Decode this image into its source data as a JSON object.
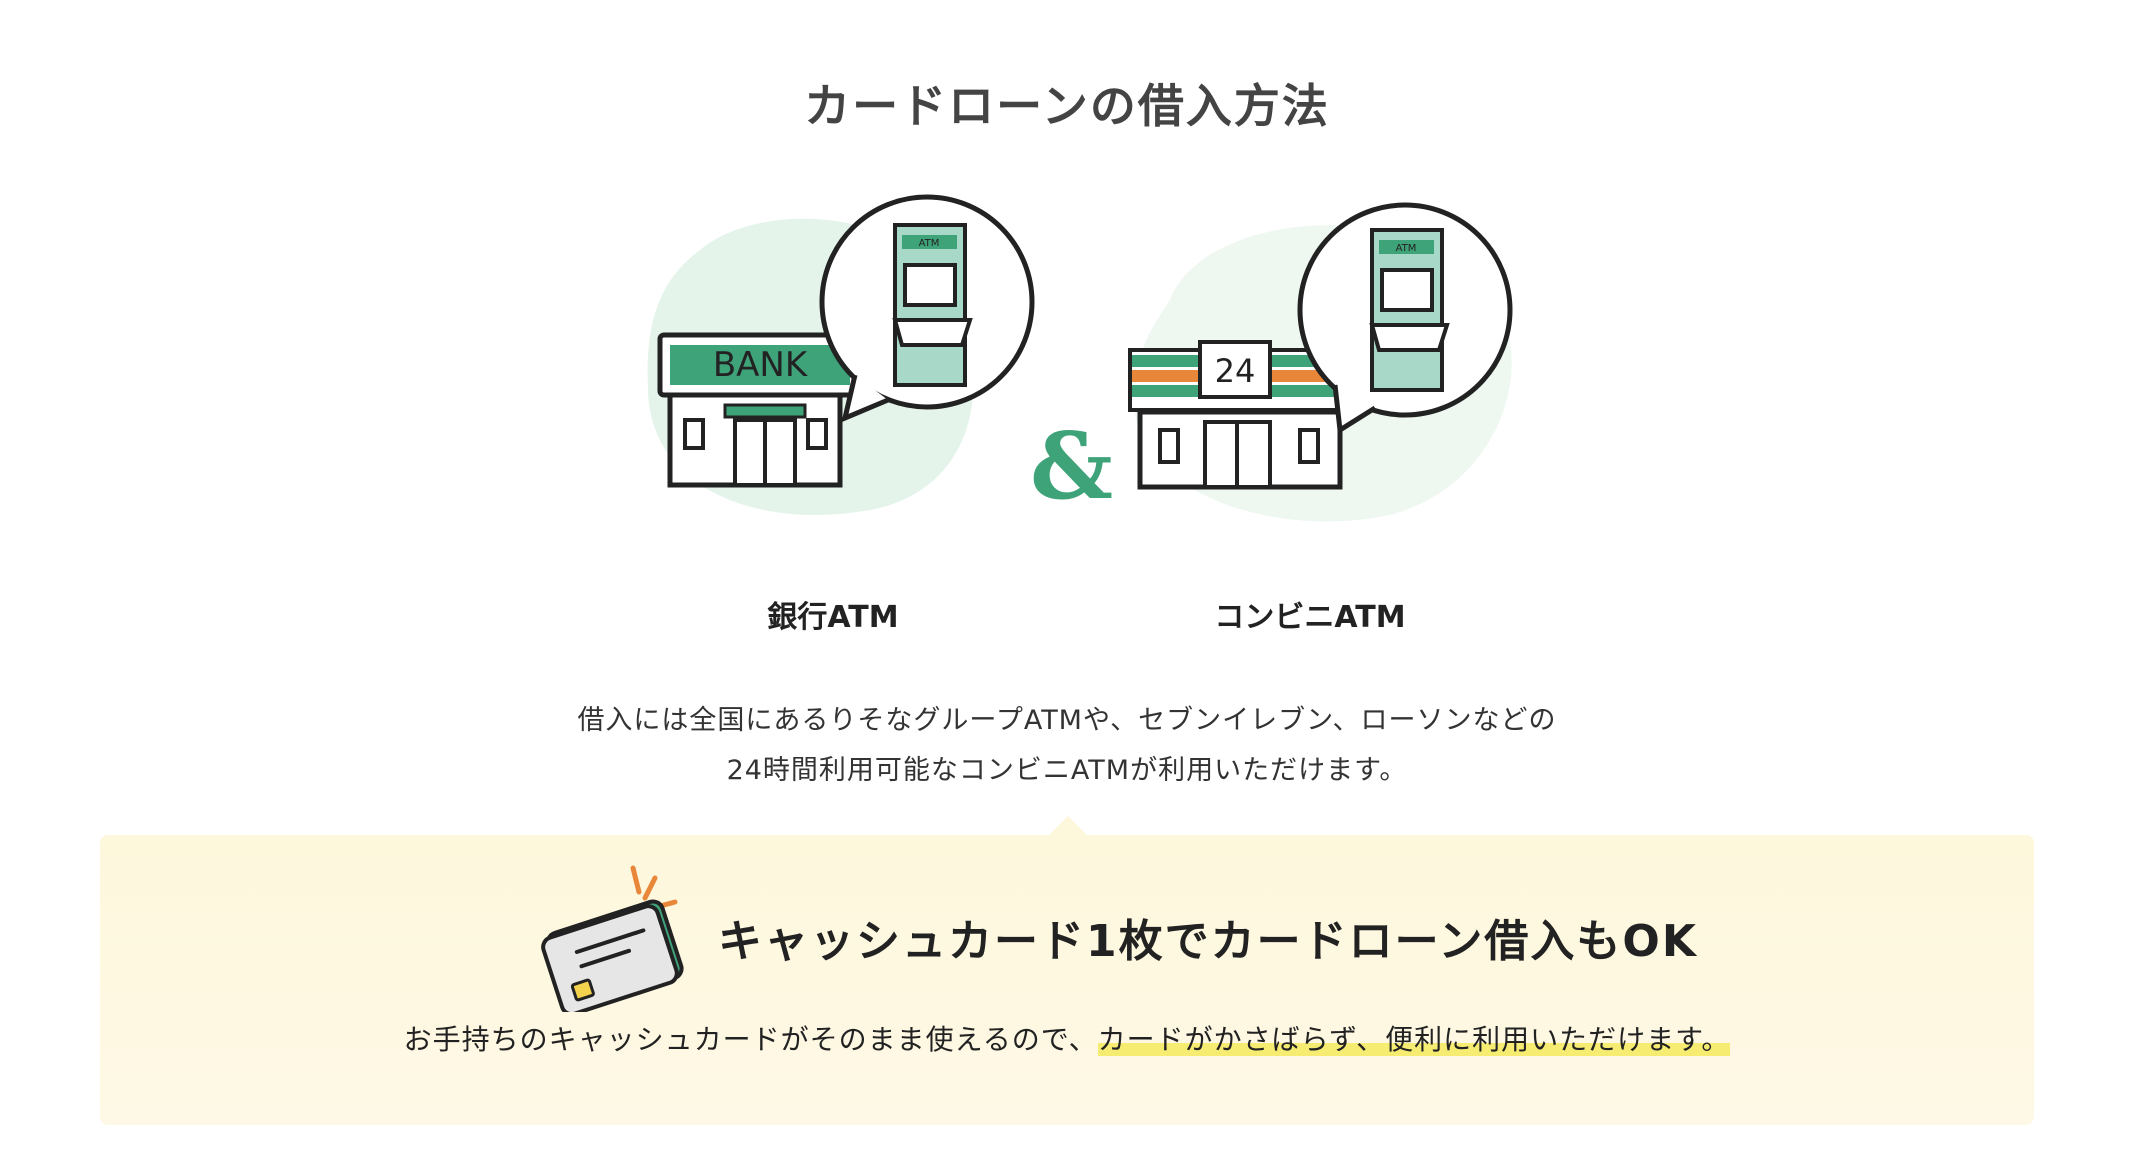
{
  "section_title": "カードローンの借入方法",
  "bank": {
    "sign": "BANK",
    "atm_tag": "ATM",
    "label": "銀行ATM"
  },
  "ampersand": "&",
  "convenience": {
    "sign": "24",
    "atm_tag": "ATM",
    "label": "コンビニATM"
  },
  "description": {
    "line1": "借入には全国にあるりそなグループATMや、セブンイレブン、ローソンなどの",
    "line2": "24時間利用可能なコンビニATMが利用いただけます。"
  },
  "cash_card": {
    "title": "キャッシュカード1枚でカードローン借入もOK",
    "text_plain": "お手持ちのキャッシュカードがそのまま使えるので、",
    "text_highlight": "カードがかさばらず、便利に利用いただけます。"
  },
  "colors": {
    "accent_green": "#3fa37a",
    "light_green": "#e4f4ea",
    "atm_teal": "#a8d8c8",
    "orange": "#e8873a",
    "panel_yellow": "#fdf7dc",
    "highlight_yellow": "#f6ec72"
  },
  "icons": [
    "bank-building-icon",
    "atm-bubble-icon",
    "convenience-store-icon",
    "cash-card-icon"
  ]
}
